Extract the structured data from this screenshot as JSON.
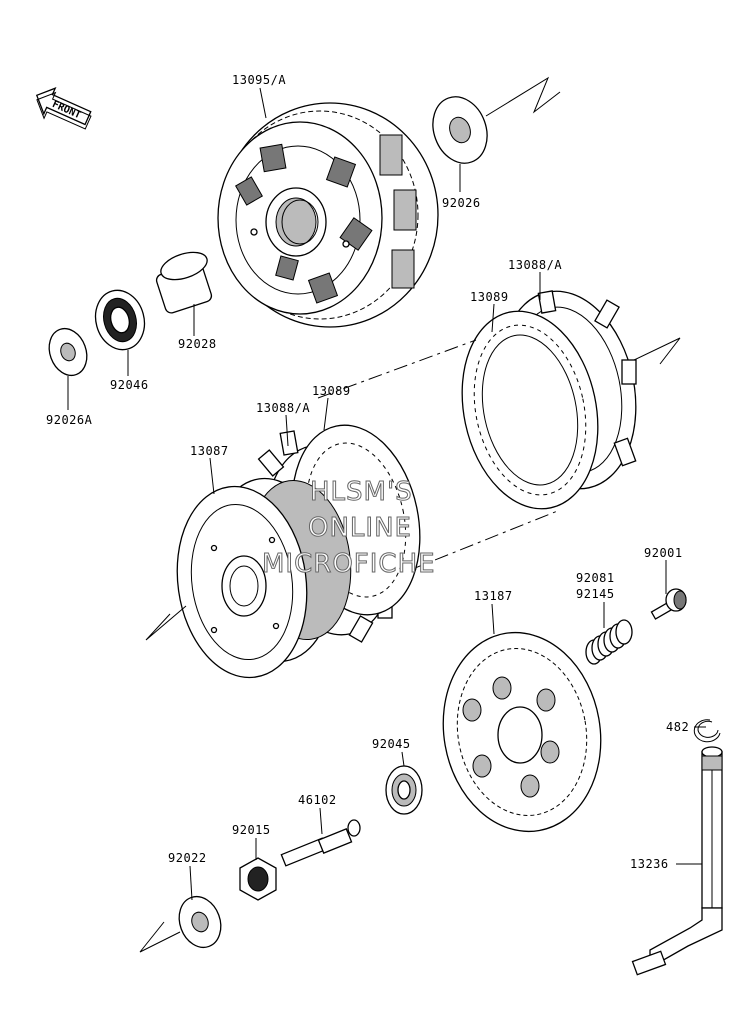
{
  "front_label": "FRONT",
  "watermark": {
    "line1": "HLSM'S",
    "line2": "ONLINE",
    "line3": "MICROFICHE"
  },
  "parts": {
    "p13095A": "13095/A",
    "p92026": "92026",
    "p92028": "92028",
    "p92046": "92046",
    "p92026A": "92026A",
    "p13088A_top": "13088/A",
    "p13089_top": "13089",
    "p13088A_mid": "13088/A",
    "p13089_mid": "13089",
    "p13087": "13087",
    "p92001": "92001",
    "p92081": "92081",
    "p92145": "92145",
    "p13187": "13187",
    "p482": "482",
    "p92045": "92045",
    "p46102": "46102",
    "p92015": "92015",
    "p92022": "92022",
    "p13236": "13236"
  }
}
